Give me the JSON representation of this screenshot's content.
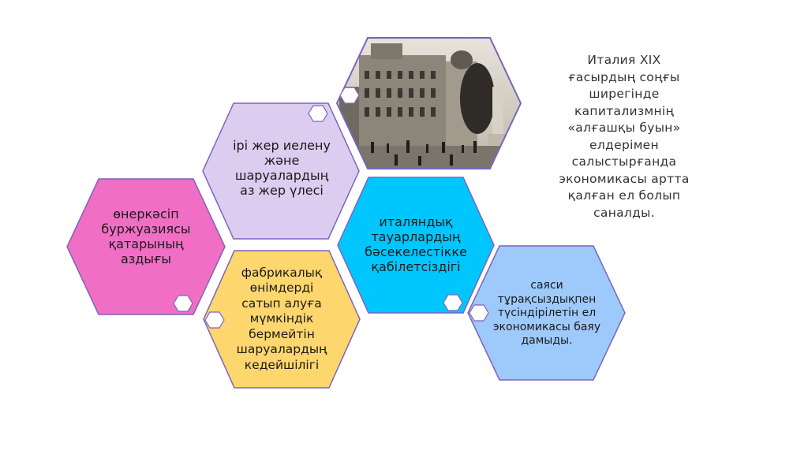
{
  "slide": {
    "side_text": "Италия XIX\nғасырдың соңғы\nширегінде\nкапитализмнің\n«алғашқы буын»\nелдерімен\nсалыстырғанда\nэкономикасы артта\nқалған ел болып\nсаналды.",
    "hexagons": {
      "pink": {
        "text": "өнеркәсіп\nбуржуазиясы\nқатарының\nаздығы",
        "color": "#f06fc4"
      },
      "lavender": {
        "text": "ірі жер иелену\nжәне\nшаруалардың\nаз жер үлесі",
        "color": "#dccdf0"
      },
      "yellow": {
        "text": "фабрикалық\nөнімдерді\nсатып алуға\nмүмкіндік\nбермейтін\nшаруалардың\nкедейшілігі",
        "color": "#fdd66e"
      },
      "cyan": {
        "text": "италяндық\nтауарлардың\nбәсекелестікке\nқабілетсіздігі",
        "color": "#00c6ff"
      },
      "blue": {
        "text": "саяси\nтұрақсыздықпен\nтүсіндірілетін ел\nэкономикасы баяу\nдамыды.",
        "color": "#9ec9fb"
      }
    },
    "hex_stroke": "#7b63bd"
  }
}
